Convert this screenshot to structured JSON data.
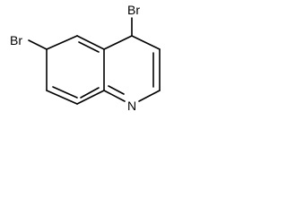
{
  "molecule": {
    "atoms": {
      "br_top": "Br",
      "br_left": "Br",
      "nitrogen": "N"
    }
  }
}
